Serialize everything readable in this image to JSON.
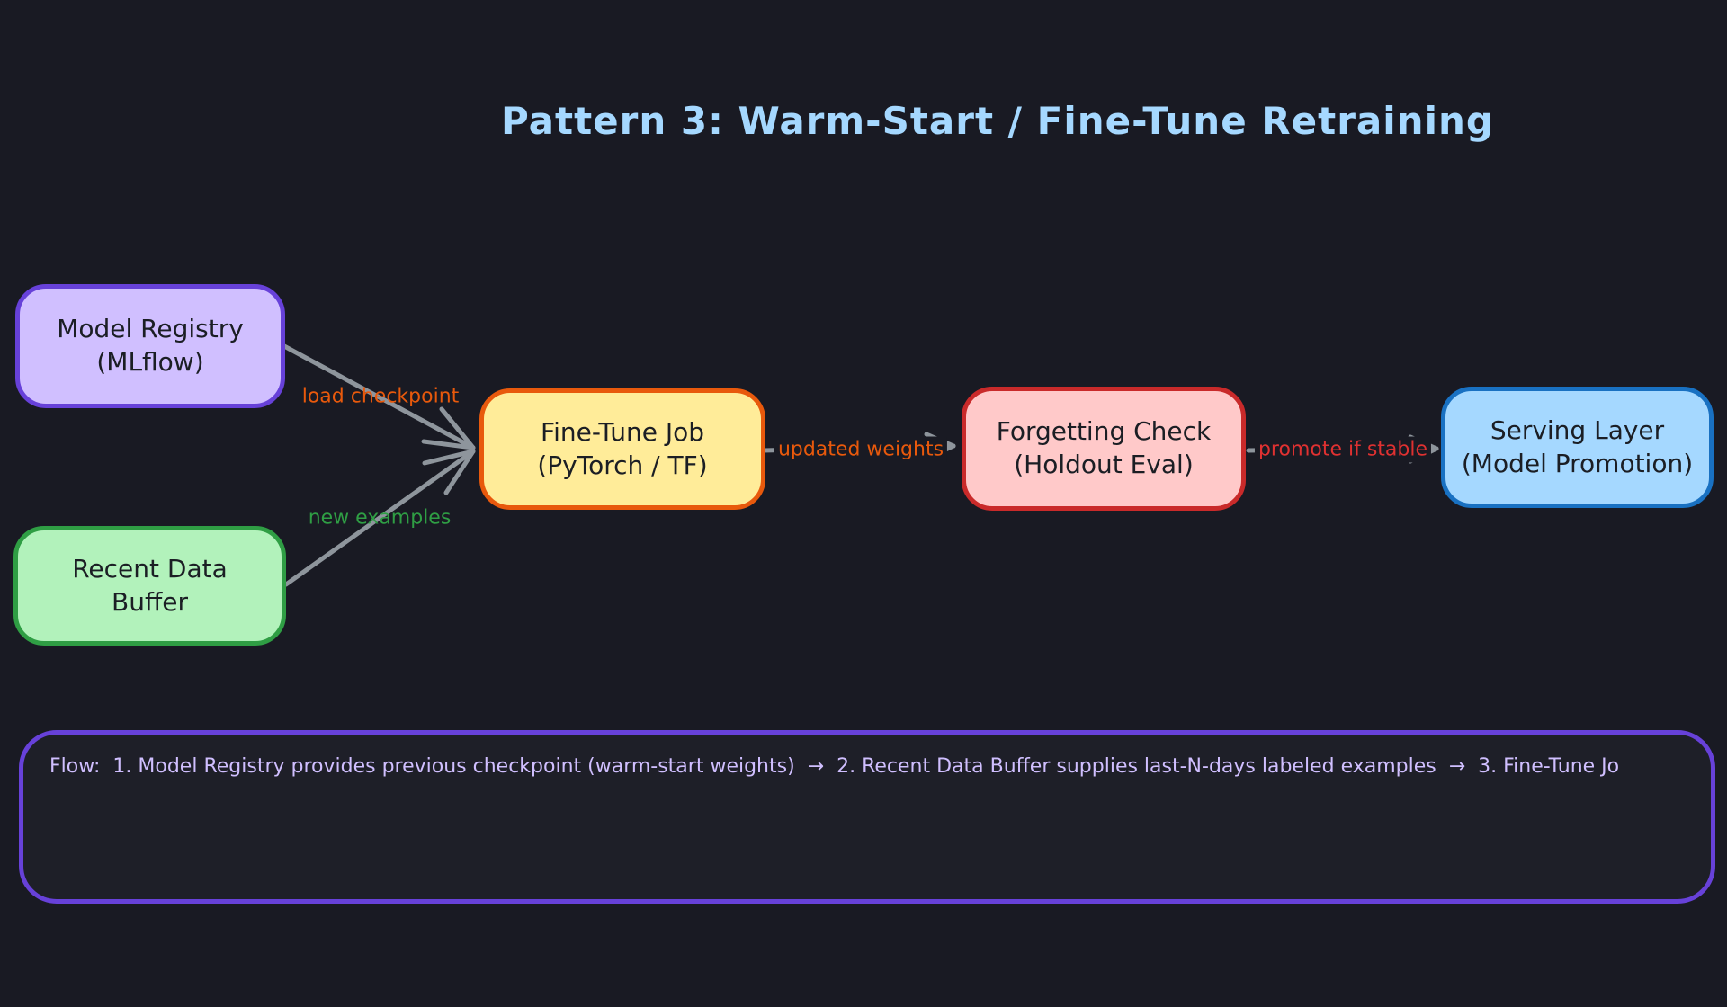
{
  "canvas": {
    "background": "#191a23"
  },
  "title": {
    "text": "Pattern 3: Warm-Start / Fine-Tune Retraining",
    "color": "#a5d8ff"
  },
  "nodes": [
    {
      "name": "model-registry",
      "line1": "Model Registry",
      "line2": "(MLflow)",
      "fill": "#d0bfff",
      "border": "#6741d9"
    },
    {
      "name": "recent-data-buffer",
      "line1": "Recent Data",
      "line2": "Buffer",
      "fill": "#b2f2bb",
      "border": "#2f9e44"
    },
    {
      "name": "fine-tune-job",
      "line1": "Fine-Tune Job",
      "line2": "(PyTorch / TF)",
      "fill": "#ffec99",
      "border": "#e8590c"
    },
    {
      "name": "forgetting-check",
      "line1": "Forgetting Check",
      "line2": "(Holdout Eval)",
      "fill": "#ffc9c9",
      "border": "#c92a2a"
    },
    {
      "name": "serving-layer",
      "line1": "Serving Layer",
      "line2": "(Model Promotion)",
      "fill": "#a5d8ff",
      "border": "#1971c2"
    }
  ],
  "edge_labels": [
    {
      "name": "load-checkpoint",
      "text": "load checkpoint",
      "color": "#e8590c"
    },
    {
      "name": "new-examples",
      "text": "new examples",
      "color": "#2f9e44"
    },
    {
      "name": "updated-weights",
      "text": "updated weights",
      "color": "#e8590c"
    },
    {
      "name": "promote-if-stable",
      "text": "promote if stable",
      "color": "#e03131"
    }
  ],
  "arrow_color": "#8e959c",
  "flow_note": {
    "text": "Flow:  1. Model Registry provides previous checkpoint (warm-start weights)  →  2. Recent Data Buffer supplies last-N-days labeled examples  →  3. Fine-Tune Jo",
    "border": "#6741d9",
    "text_color": "#d0bfff"
  }
}
